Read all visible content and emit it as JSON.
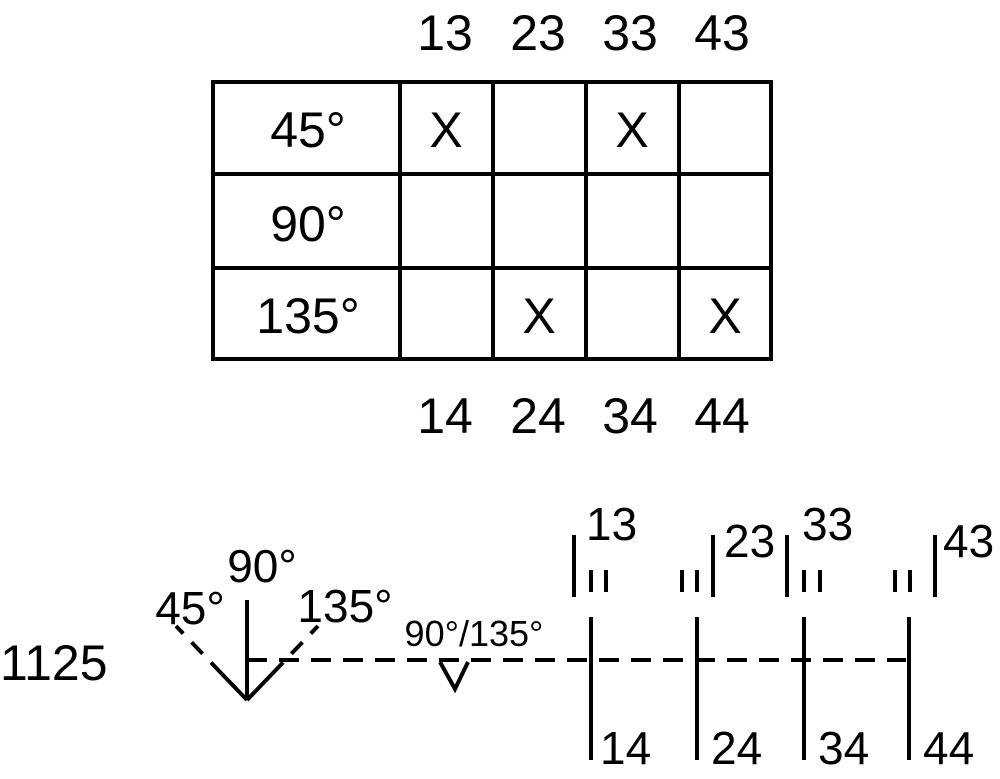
{
  "table": {
    "top_labels": [
      "13",
      "23",
      "33",
      "43"
    ],
    "bottom_labels": [
      "14",
      "24",
      "34",
      "44"
    ],
    "rows": [
      {
        "angle": "45°",
        "cells": [
          "X",
          "",
          "X",
          ""
        ]
      },
      {
        "angle": "90°",
        "cells": [
          "",
          "",
          "",
          ""
        ]
      },
      {
        "angle": "135°",
        "cells": [
          "",
          "X",
          "",
          "X"
        ]
      }
    ]
  },
  "schematic": {
    "designation": "1125",
    "angle_left": "45°",
    "angle_center": "90°",
    "angle_right": "135°",
    "detent_label": "90°/135°",
    "contact_top_labels": [
      "13",
      "23",
      "33",
      "43"
    ],
    "contact_bottom_labels": [
      "14",
      "24",
      "34",
      "44"
    ]
  },
  "colors": {
    "line": "#000000",
    "background": "#ffffff"
  }
}
